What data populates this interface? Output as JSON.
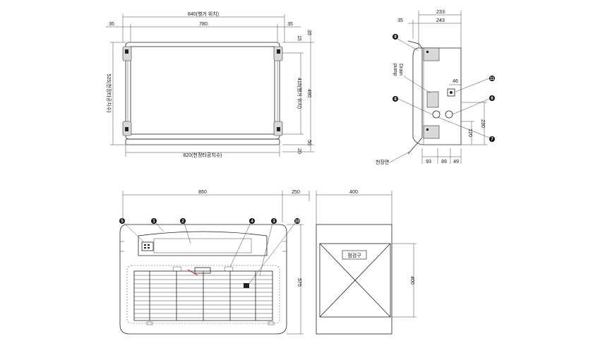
{
  "top_view": {
    "dim_total": "840(행거 위치)",
    "dim_inner": "780",
    "dim_left": "35",
    "dim_right": "35",
    "dim_bottom": "820(천정타공치수)",
    "dim_left_vertical": "525(천정타공치수)",
    "dim_height": "490",
    "dim_hanger": "415(행거 위치)",
    "dim_top_15": "15",
    "dim_top_35": "35",
    "dim_bottom_20": "20",
    "dim_bottom_50": "50"
  },
  "side_view": {
    "dim_233": "233",
    "dim_243": "243",
    "dim_35": "35",
    "dim_46": "46",
    "dim_230": "230",
    "dim_120": "120",
    "dim_93": "93",
    "dim_89": "89",
    "dim_49": "49",
    "drain_label": "Drain\npump",
    "drain_line1": "Drain",
    "drain_line2": "pump",
    "ceiling_label": "천장면",
    "callouts": [
      "9",
      "11",
      "8",
      "6",
      "7"
    ]
  },
  "front_view": {
    "dim_850": "850",
    "dim_250": "250",
    "dim_575": "575",
    "callouts": [
      "5",
      "1",
      "2",
      "4",
      "3",
      "10"
    ]
  },
  "access_panel": {
    "dim_width": "400",
    "dim_height": "400",
    "label": "점검구"
  }
}
